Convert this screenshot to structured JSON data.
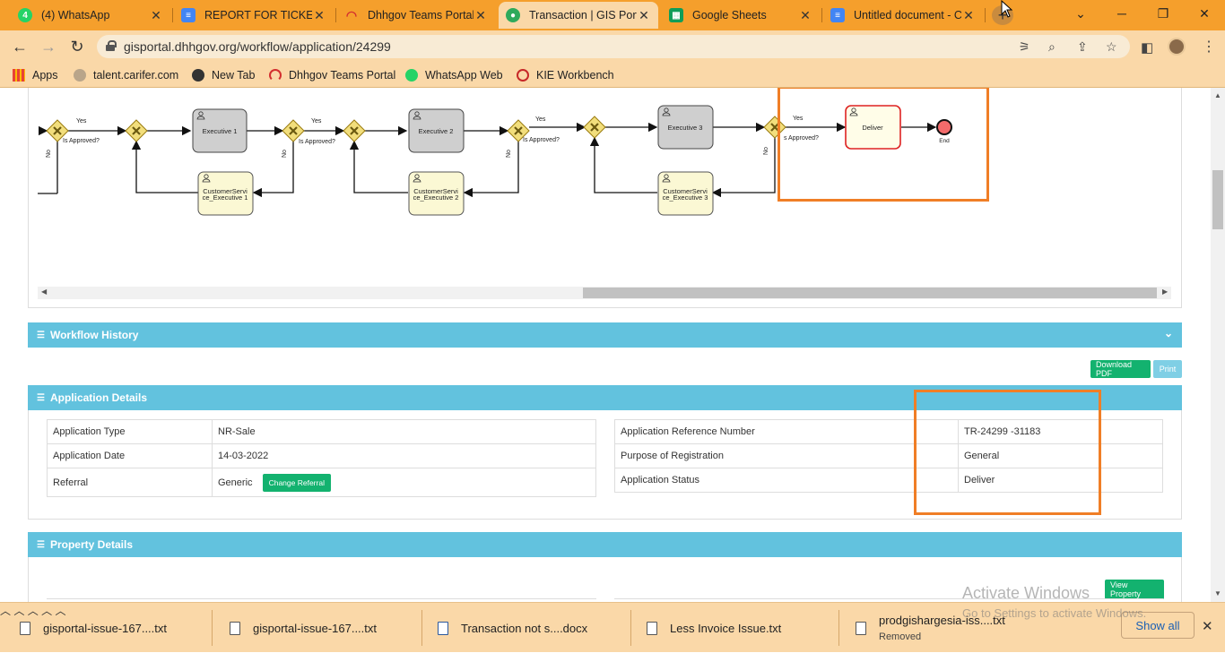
{
  "tabs": [
    {
      "title": "(4) WhatsApp",
      "icon": "whatsapp-icon",
      "color": "#25d366"
    },
    {
      "title": "REPORT FOR TICKET N",
      "icon": "docs-icon",
      "color": "#4285f4"
    },
    {
      "title": "Dhhgov Teams Portal",
      "icon": "teams-portal-icon",
      "color": "#d32f2f"
    },
    {
      "title": "Transaction | GIS Porta",
      "icon": "gis-icon",
      "color": "#2eaa5c",
      "active": true
    },
    {
      "title": "Google Sheets",
      "icon": "sheets-icon",
      "color": "#0f9d58"
    },
    {
      "title": "Untitled document - C",
      "icon": "docs-icon",
      "color": "#4285f4"
    }
  ],
  "new_tab_label": "+",
  "url": "gisportal.dhhgov.org/workflow/application/24299",
  "bookmarks": [
    {
      "label": "Apps",
      "icon": "apps-grid-icon"
    },
    {
      "label": "talent.carifer.com",
      "icon": "carifer-icon"
    },
    {
      "label": "New Tab",
      "icon": "globe-icon"
    },
    {
      "label": "Dhhgov Teams Portal",
      "icon": "teams-portal-icon"
    },
    {
      "label": "WhatsApp Web",
      "icon": "whatsapp-icon"
    },
    {
      "label": "KIE Workbench",
      "icon": "kie-icon"
    }
  ],
  "workflow": {
    "tasks": {
      "exec1": "Executive 1",
      "exec2": "Executive 2",
      "exec3": "Executive 3",
      "deliver": "Deliver",
      "cs1a": "CustomerServi",
      "cs1b": "ce_Executive 1",
      "cs2a": "CustomerServi",
      "cs2b": "ce_Executive 2",
      "cs3a": "CustomerServi",
      "cs3b": "ce_Executive 3"
    },
    "yes": "Yes",
    "no": "No",
    "is_approved": "Is Approved?",
    "is_approved_cut": "s Approved?",
    "end": "End"
  },
  "workflow_history": {
    "title": "Workflow History"
  },
  "actions": {
    "download_pdf": "Download PDF",
    "print": "Print"
  },
  "application_details": {
    "title": "Application Details",
    "left": [
      {
        "label": "Application Type",
        "value": "NR-Sale"
      },
      {
        "label": "Application Date",
        "value": "14-03-2022"
      },
      {
        "label": "Referral",
        "value": "Generic"
      }
    ],
    "change_referral": "Change Referral",
    "right": [
      {
        "label": "Application Reference Number",
        "value": "TR-24299 -31183"
      },
      {
        "label": "Purpose of Registration",
        "value": "General"
      },
      {
        "label": "Application Status",
        "value": "Deliver"
      }
    ]
  },
  "property_details": {
    "title": "Property Details",
    "view_property": "View Property"
  },
  "watermark": {
    "line1": "Activate Windows",
    "line2": "Go to Settings to activate Windows."
  },
  "downloads": [
    {
      "name": "gisportal-issue-167....txt",
      "sub": ""
    },
    {
      "name": "gisportal-issue-167....txt",
      "sub": ""
    },
    {
      "name": "Transaction not s....docx",
      "sub": ""
    },
    {
      "name": "Less Invoice Issue.txt",
      "sub": ""
    },
    {
      "name": "prodgishargesia-iss....txt",
      "sub": "Removed"
    }
  ],
  "show_all": "Show all",
  "colors": {
    "tabbar": "#f59f2c",
    "toolbar": "#fad8a8",
    "panel_header": "#62c2de",
    "button_green": "#13b26f",
    "highlight": "#f07e26"
  }
}
